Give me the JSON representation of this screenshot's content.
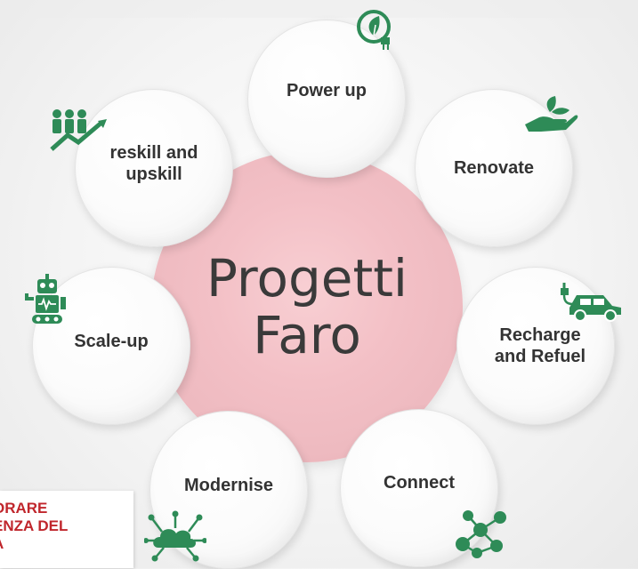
{
  "center": {
    "line1": "Progetti",
    "line2": "Faro"
  },
  "nodes": {
    "power_up": "Power up",
    "renovate": "Renovate",
    "recharge": [
      "Recharge",
      "and Refuel"
    ],
    "connect": "Connect",
    "modernise": "Modernise",
    "scale_up": "Scale-up",
    "reskill": [
      "reskill and",
      "upskill"
    ]
  },
  "cutoff_text": [
    "ORARE",
    "ENZA DEL",
    "A"
  ],
  "icons": {
    "power_up": "leaf-plug-icon",
    "renovate": "hand-plant-icon",
    "recharge": "electric-car-icon",
    "connect": "network-people-icon",
    "modernise": "cloud-network-icon",
    "scale_up": "robot-icon",
    "reskill": "people-growth-icon"
  },
  "colors": {
    "accent": "#2e8b57",
    "center": "#f3c0c6",
    "cutoff_red": "#c0262c"
  }
}
